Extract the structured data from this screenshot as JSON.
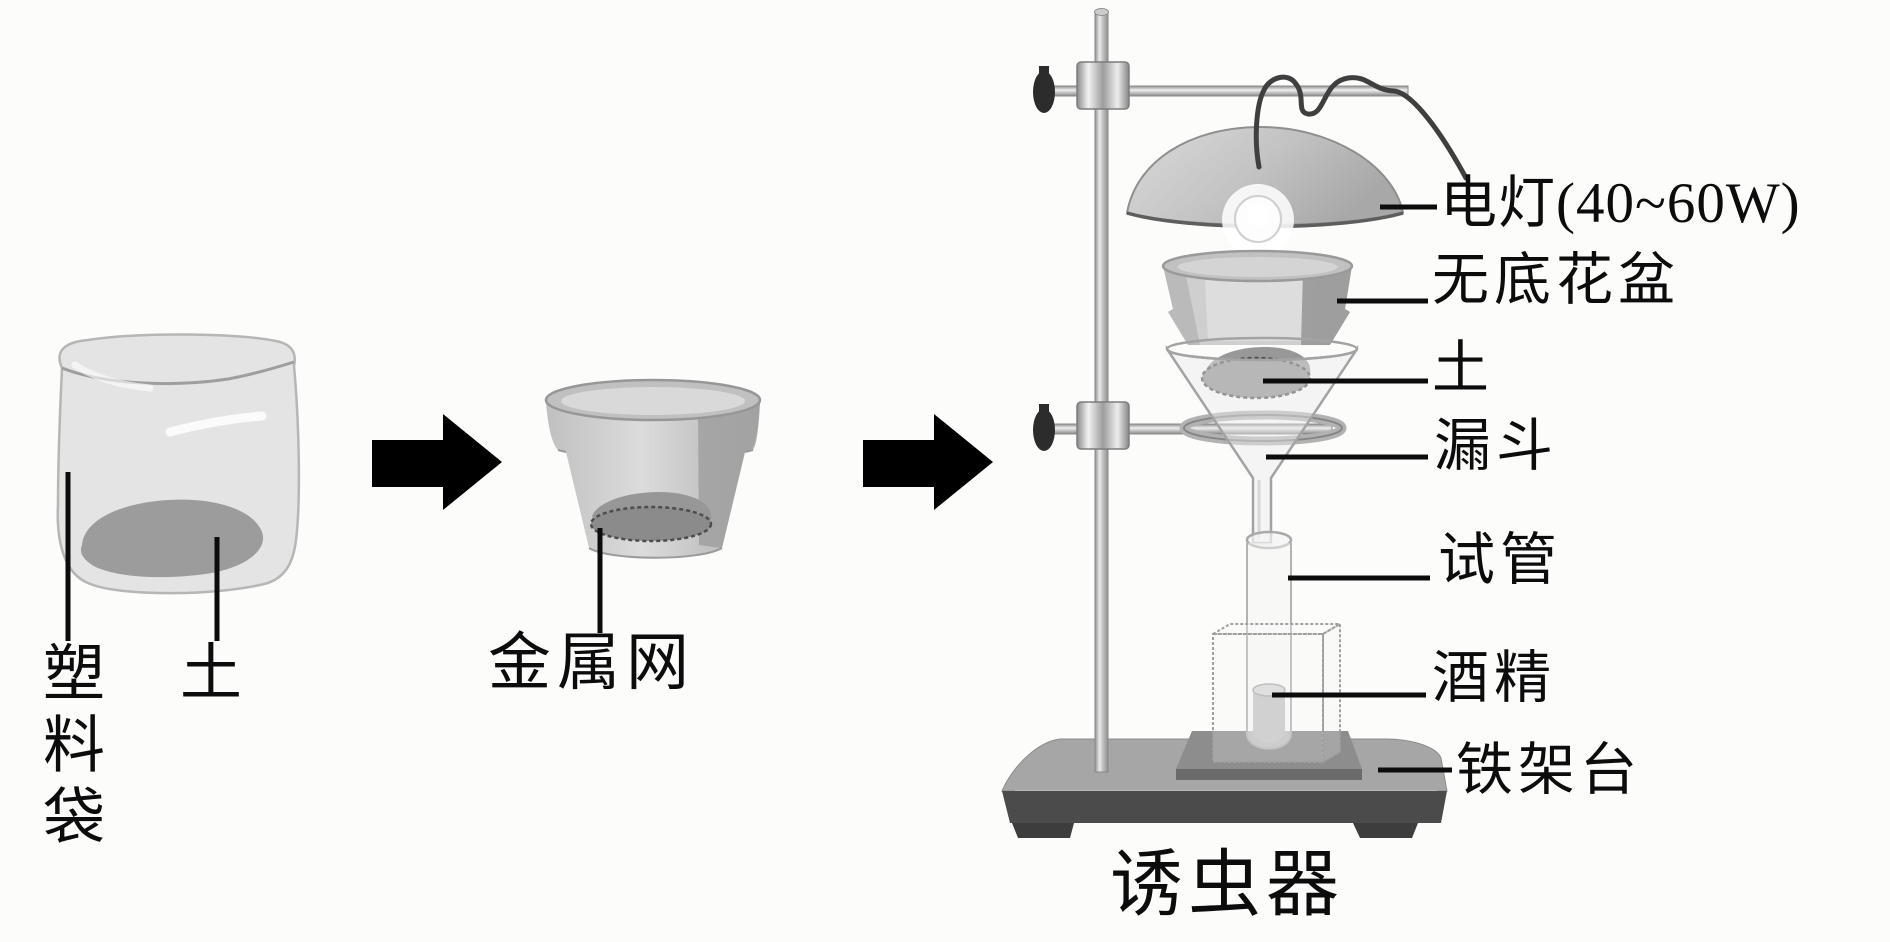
{
  "figure": {
    "title_caption": "诱虫器",
    "labels": {
      "plastic_bag": "塑料袋",
      "soil_in_bag": "土",
      "metal_mesh": "金属网",
      "electric_lamp": "电灯(40~60W)",
      "bottomless_flowerpot": "无底花盆",
      "soil_in_funnel": "土",
      "funnel": "漏斗",
      "test_tube": "试管",
      "alcohol": "酒精",
      "iron_stand": "铁架台"
    },
    "icons": {
      "step_arrow_1": "right-arrow",
      "step_arrow_2": "right-arrow"
    },
    "colors": {
      "ink": "#0c0c0c",
      "arrow_black": "#000000",
      "bag_gray": "#e4e4e4",
      "soil_gray": "#8f8f8f",
      "pot_light": "#cdcdcd",
      "pot_shadow": "#9a9a9a",
      "metal_gray": "#b8b8b8",
      "base_top": "#a6a6a6",
      "base_front": "#4b4b4b",
      "background": "#fcfcfb"
    }
  }
}
